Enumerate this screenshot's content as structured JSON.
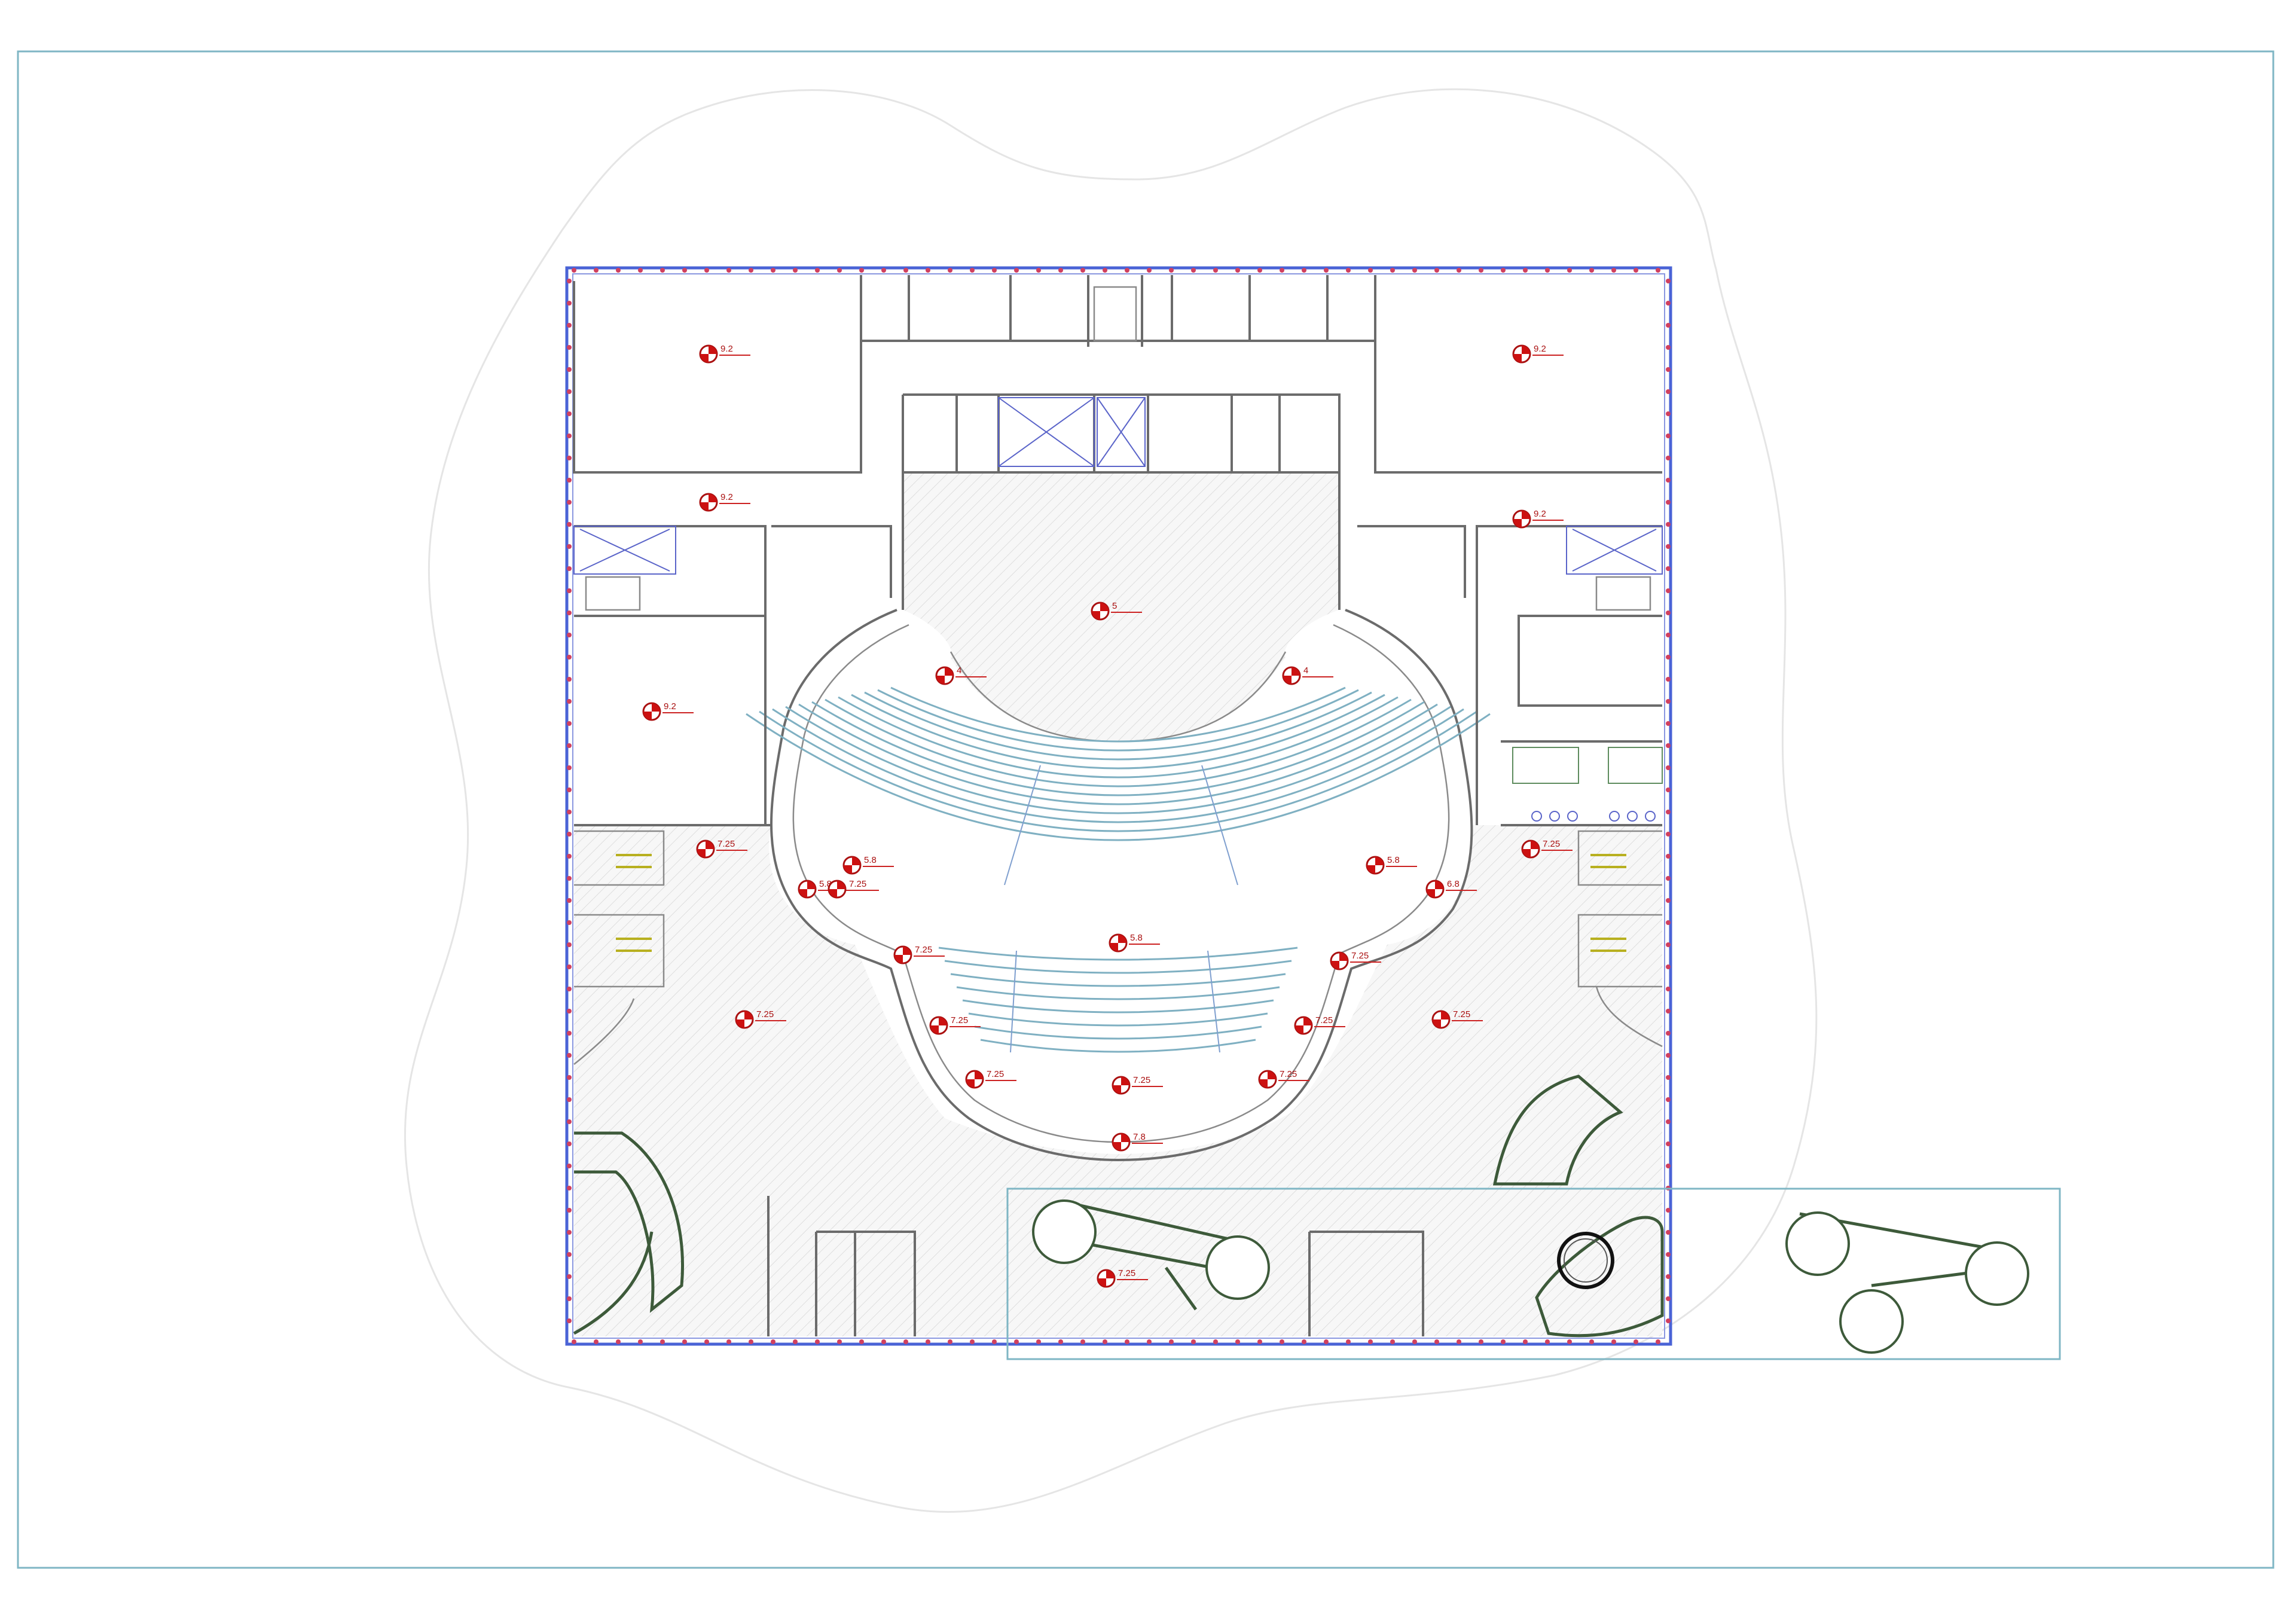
{
  "drawing": {
    "colors": {
      "frame": "#7fb6c4",
      "facade": "#4a63d6",
      "level_marker": "#cc1111",
      "seating": "#7fb0c2",
      "stairs": "#3d5a3a",
      "walls": "#6b6b6b"
    },
    "level_markers": [
      {
        "id": "lm-1",
        "label": "9.2"
      },
      {
        "id": "lm-2",
        "label": "9.2"
      },
      {
        "id": "lm-3",
        "label": "9.2"
      },
      {
        "id": "lm-4",
        "label": "9.2"
      },
      {
        "id": "lm-5",
        "label": "9.2"
      },
      {
        "id": "lm-6",
        "label": "5"
      },
      {
        "id": "lm-7",
        "label": "4"
      },
      {
        "id": "lm-8",
        "label": "4"
      },
      {
        "id": "lm-9",
        "label": "7.25"
      },
      {
        "id": "lm-10",
        "label": "7.25"
      },
      {
        "id": "lm-11",
        "label": "5.8"
      },
      {
        "id": "lm-12",
        "label": "5.8"
      },
      {
        "id": "lm-13",
        "label": "5.8"
      },
      {
        "id": "lm-14",
        "label": "5.8"
      },
      {
        "id": "lm-15",
        "label": "6.8"
      },
      {
        "id": "lm-16",
        "label": "7.25"
      },
      {
        "id": "lm-17",
        "label": "7.25"
      },
      {
        "id": "lm-18",
        "label": "7.25"
      },
      {
        "id": "lm-19",
        "label": "7.25"
      },
      {
        "id": "lm-20",
        "label": "7.25"
      },
      {
        "id": "lm-21",
        "label": "7.25"
      },
      {
        "id": "lm-22",
        "label": "7.25"
      },
      {
        "id": "lm-23",
        "label": "7.25"
      },
      {
        "id": "lm-24",
        "label": "7.25"
      },
      {
        "id": "lm-25",
        "label": "7.25"
      },
      {
        "id": "lm-26",
        "label": "7.8"
      },
      {
        "id": "lm-27",
        "label": "7.25"
      }
    ]
  }
}
